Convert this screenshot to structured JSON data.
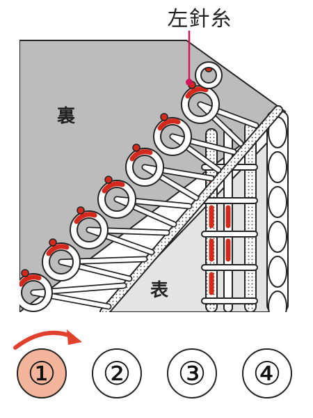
{
  "callout": {
    "label": "左針糸"
  },
  "areas": {
    "back_label": "裏",
    "front_label": "表"
  },
  "steps": [
    {
      "label": "①",
      "active": true
    },
    {
      "label": "②",
      "active": false
    },
    {
      "label": "③",
      "active": false
    },
    {
      "label": "④",
      "active": false
    }
  ],
  "colors": {
    "needle_thread": "#d42a1e",
    "back_fabric": "#bcbcbc",
    "front_fabric": "#e4e4e4",
    "callout_line": "#d4145a",
    "active_step": "#f2b59c",
    "arrow": "#e0402c"
  }
}
